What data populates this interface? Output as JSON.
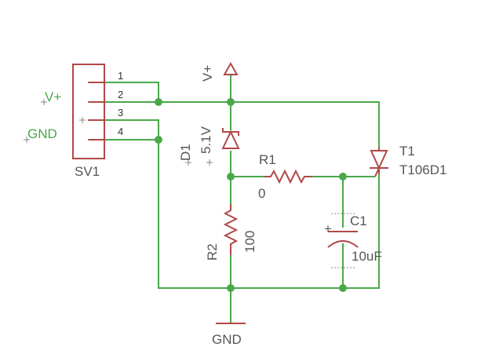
{
  "colors": {
    "wire": "#4aa84a",
    "symbol": "#b04848",
    "pin_text": "#333333",
    "name_text": "#555555",
    "net_text": "#4aa84a",
    "background": "#ffffff"
  },
  "connector": {
    "name": "SV1",
    "pins": [
      "1",
      "2",
      "3",
      "4"
    ],
    "net_vplus": "V+",
    "net_gnd": "GND"
  },
  "supply": {
    "vplus": "V+",
    "gnd": "GND"
  },
  "d1": {
    "name": "D1",
    "value": "5.1V"
  },
  "r1": {
    "name": "R1",
    "value": "0"
  },
  "r2": {
    "name": "R2",
    "value": "100"
  },
  "c1": {
    "name": "C1",
    "value": "10uF"
  },
  "t1": {
    "name": "T1",
    "value": "T106D1"
  }
}
